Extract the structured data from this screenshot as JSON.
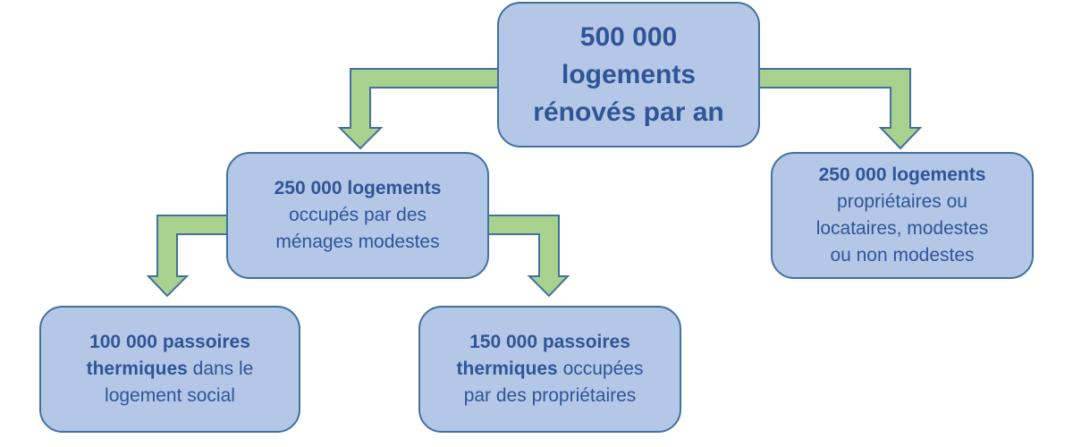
{
  "colors": {
    "box_fill": "#b4c7e7",
    "box_border": "#41719c",
    "text": "#2f5597",
    "arrow_fill": "#a9d18e",
    "arrow_border": "#41719c"
  },
  "nodes": {
    "root": {
      "line1": "500 000",
      "line2": "logements",
      "line3": "rénovés par an"
    },
    "modest": {
      "bold": "250 000 logements",
      "line2": "occupés par des",
      "line3": "ménages modestes"
    },
    "other": {
      "bold": "250 000 logements",
      "line2": "propriétaires ou",
      "line3": "locataires, modestes",
      "line4": "ou non modestes"
    },
    "social": {
      "bold1": "100 000 passoires",
      "bold2": "thermiques",
      "rest2": " dans le",
      "line3": "logement social"
    },
    "owners": {
      "bold1": "150 000 passoires",
      "bold2": "thermiques",
      "rest2": " occupées",
      "line3": "par des propriétaires"
    }
  }
}
